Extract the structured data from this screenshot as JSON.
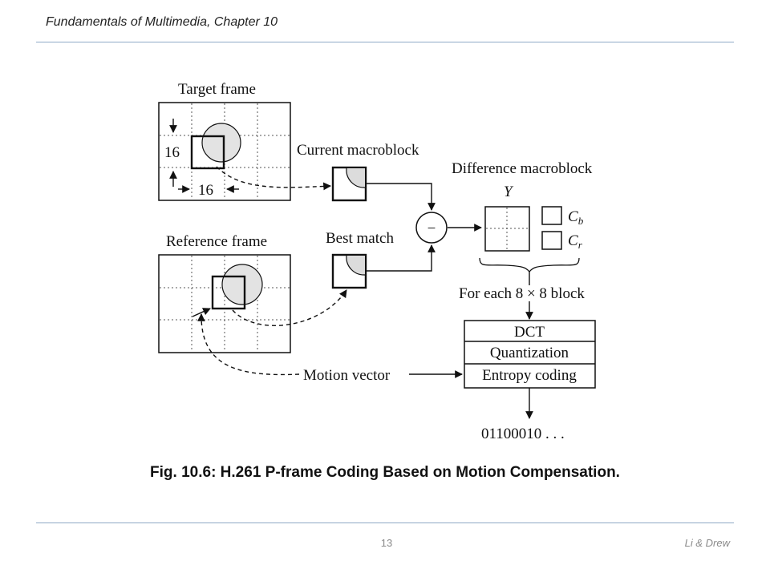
{
  "header": {
    "title": "Fundamentals of Multimedia, Chapter 10"
  },
  "diagram": {
    "target_frame": "Target frame",
    "reference_frame": "Reference frame",
    "size_label_v": "16",
    "size_label_h": "16",
    "current_macroblock": "Current macroblock",
    "best_match": "Best match",
    "minus_sign": "−",
    "difference_macroblock": "Difference macroblock",
    "y_label": "Y",
    "cb_label": "C",
    "cb_sub": "b",
    "cr_label": "C",
    "cr_sub": "r",
    "for_each_block": "For each 8 × 8 block",
    "dct": "DCT",
    "quantization": "Quantization",
    "entropy_coding": "Entropy coding",
    "motion_vector": "Motion vector",
    "bitstream": "01100010 . . ."
  },
  "caption": "Fig. 10.6: H.261 P-frame Coding Based on Motion Compensation.",
  "footer": {
    "page_number": "13",
    "authors": "Li & Drew"
  }
}
